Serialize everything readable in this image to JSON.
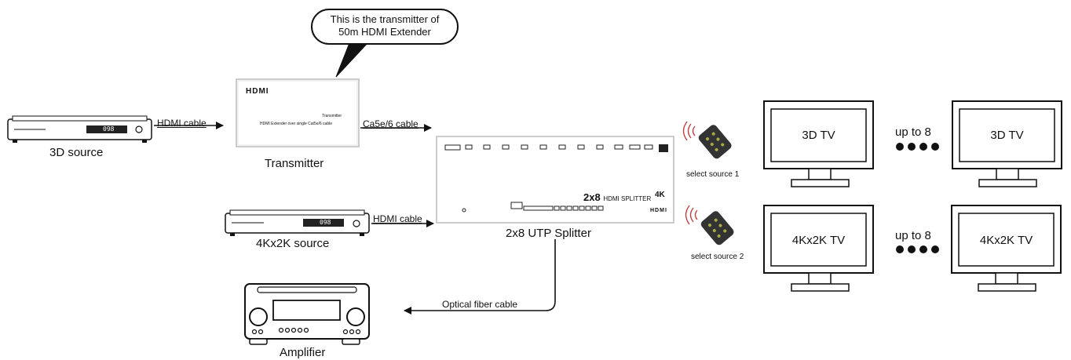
{
  "bubble": {
    "line1": "This is the transmitter of",
    "line2": "50m HDMI Extender"
  },
  "devices": {
    "source_3d": "3D source",
    "source_4k": "4Kx2K source",
    "transmitter": "Transmitter",
    "splitter": "2x8 UTP Splitter",
    "amplifier": "Amplifier"
  },
  "transmitter_panel": {
    "logo": "HDMI",
    "line1": "Transmitter",
    "line2": "HDMI Extender over single Cat5e/6 cable"
  },
  "splitter_panel": {
    "model": "2x8",
    "model_suffix": "HDMI SPLITTER",
    "badge": "4K",
    "logo": "HDMI"
  },
  "cables": {
    "hdmi1": "HDMI cable",
    "cat": "Ca5e/6 cable",
    "hdmi2": "HDMI cable",
    "optical": "Optical fiber cable"
  },
  "remotes": {
    "source1": "select source 1",
    "source2": "select source 2"
  },
  "tvs": {
    "tv_3d_a": "3D TV",
    "tv_3d_b": "3D TV",
    "tv_4k_a": "4Kx2K TV",
    "tv_4k_b": "4Kx2K TV",
    "upto1": "up to 8",
    "upto2": "up to 8"
  },
  "player_displays": {
    "top": "098",
    "bottom": "098"
  }
}
